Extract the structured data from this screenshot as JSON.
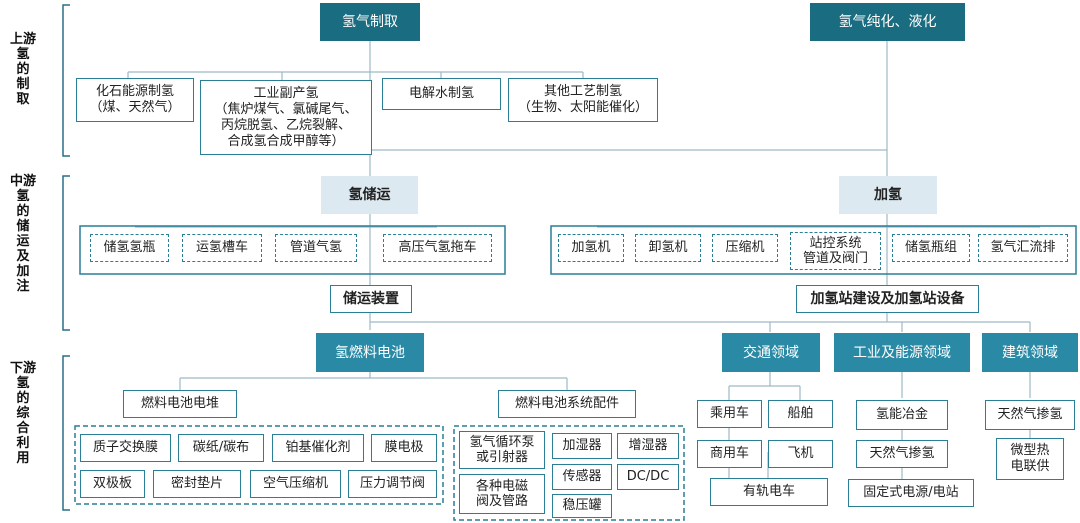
{
  "sections": {
    "upstream": "上游\n氢\n的\n制\n取",
    "midstream": "中游\n氢\n的\n储\n运\n及\n加\n注",
    "downstream": "下游\n氢\n的\n综\n合\n利\n用"
  },
  "upstream": {
    "production": "氢气制取",
    "purification": "氢气纯化、液化",
    "methods": [
      "化石能源制氢\n（煤、天然气）",
      "工业副产氢\n（焦炉煤气、氯碱尾气、\n丙烷脱氢、乙烷裂解、\n合成氢合成甲醇等）",
      "电解水制氢",
      "其他工艺制氢\n（生物、太阳能催化）"
    ]
  },
  "midstream": {
    "storage_transport": {
      "title": "氢储运",
      "items": [
        "储氢氢瓶",
        "运氢槽车",
        "管道气氢",
        "高压气氢拖车"
      ],
      "equipment": "储运装置"
    },
    "refueling": {
      "title": "加氢",
      "items": [
        "加氢机",
        "卸氢机",
        "压缩机",
        "站控系统\n管道及阀门",
        "储氢瓶组",
        "氢气汇流排"
      ],
      "equipment": "加氢站建设及加氢站设备"
    }
  },
  "downstream": {
    "fuel_cell": {
      "title": "氢燃料电池",
      "stack": {
        "title": "燃料电池电堆",
        "items": [
          "质子交换膜",
          "碳纸/碳布",
          "铂基催化剂",
          "膜电极",
          "双极板",
          "密封垫片",
          "空气压缩机",
          "压力调节阀"
        ]
      },
      "system": {
        "title": "燃料电池系统配件",
        "items": [
          "氢气循环泵\n或引射器",
          "加湿器",
          "增湿器",
          "传感器",
          "DC/DC",
          "各种电磁\n阀及管路",
          "稳压罐"
        ]
      }
    },
    "transport": {
      "title": "交通领域",
      "items": [
        "乘用车",
        "船舶",
        "商用车",
        "飞机",
        "有轨电车"
      ]
    },
    "industry": {
      "title": "工业及能源领域",
      "items": [
        "氢能冶金",
        "天然气掺氢",
        "固定式电源/电站"
      ]
    },
    "building": {
      "title": "建筑领域",
      "items": [
        "天然气掺氢",
        "微型热\n电联供"
      ]
    }
  }
}
